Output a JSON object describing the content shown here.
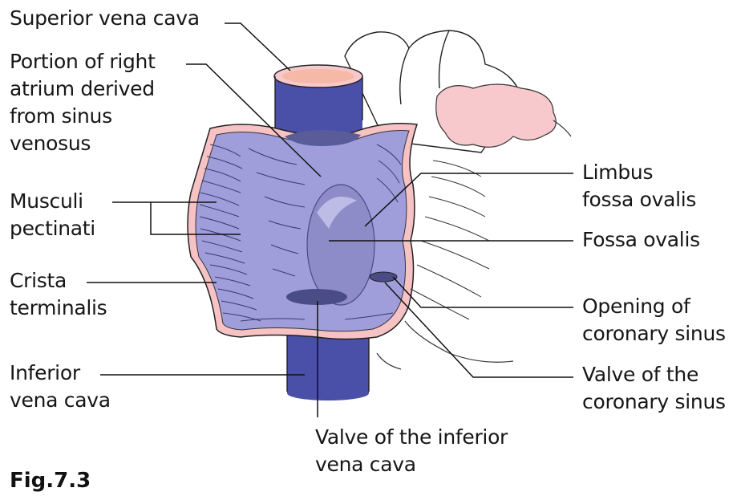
{
  "figure_number": "Fig.7.3",
  "labels": {
    "svc": [
      "Superior vena cava"
    ],
    "sinus_venosus": [
      "Portion of right",
      "atrium derived",
      "from sinus",
      "venosus"
    ],
    "musculi": [
      "Musculi",
      "pectinati"
    ],
    "crista": [
      "Crista",
      "terminalis"
    ],
    "ivc": [
      "Inferior",
      "vena cava"
    ],
    "limbus": [
      "Limbus",
      "fossa ovalis"
    ],
    "fossa": [
      "Fossa ovalis"
    ],
    "coronary_opening": [
      "Opening of",
      "coronary sinus"
    ],
    "coronary_valve": [
      "Valve of the",
      "coronary sinus"
    ],
    "ivc_valve": [
      "Valve of the inferior",
      "vena cava"
    ]
  },
  "colors": {
    "vein_blue": "#4a50a8",
    "atrium_wall": "#9f9edb",
    "wall_edge": "#f6c2c4",
    "ventricle_pink": "#f8c9cc",
    "shadow_blue": "#5a5c9a"
  }
}
